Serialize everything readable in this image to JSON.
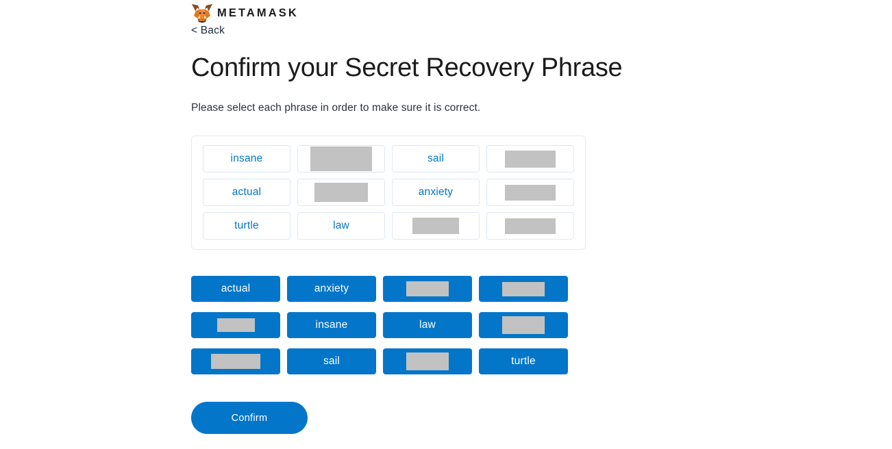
{
  "brand": {
    "logo_icon": "metamask-fox-icon",
    "wordmark": "METAMASK",
    "back_label": "< Back"
  },
  "header": {
    "title": "Confirm your Secret Recovery Phrase",
    "subtitle": "Please select each phrase in order to make sure it is correct."
  },
  "colors": {
    "accent_blue": "#0376c9",
    "slot_border": "#dce8f5",
    "panel_border": "#e6e9ec",
    "redaction_gray": "#c2c2c2",
    "text_dark": "#1b1b1b"
  },
  "phrase_slots": [
    {
      "index": 1,
      "word": "insane",
      "redacted": false,
      "redact_w": 0,
      "redact_h": 0
    },
    {
      "index": 2,
      "word": "",
      "redacted": true,
      "redact_w": 90,
      "redact_h": 36
    },
    {
      "index": 3,
      "word": "sail",
      "redacted": false,
      "redact_w": 0,
      "redact_h": 0
    },
    {
      "index": 4,
      "word": "",
      "redacted": true,
      "redact_w": 74,
      "redact_h": 25
    },
    {
      "index": 5,
      "word": "actual",
      "redacted": false,
      "redact_w": 0,
      "redact_h": 0
    },
    {
      "index": 6,
      "word": "",
      "redacted": true,
      "redact_w": 78,
      "redact_h": 28
    },
    {
      "index": 7,
      "word": "anxiety",
      "redacted": false,
      "redact_w": 0,
      "redact_h": 0
    },
    {
      "index": 8,
      "word": "",
      "redacted": true,
      "redact_w": 74,
      "redact_h": 23
    },
    {
      "index": 9,
      "word": "turtle",
      "redacted": false,
      "redact_w": 0,
      "redact_h": 0
    },
    {
      "index": 10,
      "word": "law",
      "redacted": false,
      "redact_w": 0,
      "redact_h": 0
    },
    {
      "index": 11,
      "word": "",
      "redacted": true,
      "redact_w": 68,
      "redact_h": 24
    },
    {
      "index": 12,
      "word": "",
      "redacted": true,
      "redact_w": 74,
      "redact_h": 23
    }
  ],
  "word_bank": [
    {
      "index": 1,
      "word": "actual",
      "redacted": false,
      "redact_w": 0,
      "redact_h": 0
    },
    {
      "index": 2,
      "word": "anxiety",
      "redacted": false,
      "redact_w": 0,
      "redact_h": 0
    },
    {
      "index": 3,
      "word": "",
      "redacted": true,
      "redact_w": 62,
      "redact_h": 22
    },
    {
      "index": 4,
      "word": "",
      "redacted": true,
      "redact_w": 62,
      "redact_h": 21
    },
    {
      "index": 5,
      "word": "",
      "redacted": true,
      "redact_w": 55,
      "redact_h": 20
    },
    {
      "index": 6,
      "word": "insane",
      "redacted": false,
      "redact_w": 0,
      "redact_h": 0
    },
    {
      "index": 7,
      "word": "law",
      "redacted": false,
      "redact_w": 0,
      "redact_h": 0
    },
    {
      "index": 8,
      "word": "",
      "redacted": true,
      "redact_w": 62,
      "redact_h": 26
    },
    {
      "index": 9,
      "word": "",
      "redacted": true,
      "redact_w": 72,
      "redact_h": 22
    },
    {
      "index": 10,
      "word": "sail",
      "redacted": false,
      "redact_w": 0,
      "redact_h": 0
    },
    {
      "index": 11,
      "word": "",
      "redacted": true,
      "redact_w": 62,
      "redact_h": 26
    },
    {
      "index": 12,
      "word": "turtle",
      "redacted": false,
      "redact_w": 0,
      "redact_h": 0
    }
  ],
  "footer": {
    "confirm_label": "Confirm"
  }
}
